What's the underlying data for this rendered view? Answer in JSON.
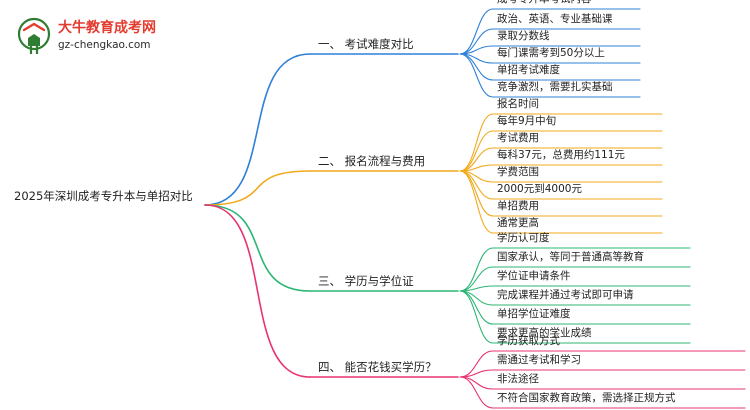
{
  "logo": {
    "title": "大牛教育成考网",
    "site": "gz-chengkao.com",
    "mark_color": "#2e7d32",
    "accent_color": "#e43b2f"
  },
  "diagram": {
    "root": "2025年深圳成考专升本与单招对比",
    "branches": [
      {
        "label": "一、 考试难度对比",
        "color": "#2f80d8",
        "leaves": [
          "成考专升本考试内容",
          "政治、英语、专业基础课",
          "录取分数线",
          "每门课需考到50分以上",
          "单招考试难度",
          "竞争激烈，需要扎实基础"
        ]
      },
      {
        "label": "二、 报名流程与费用",
        "color": "#f2a91a",
        "leaves": [
          "报名时间",
          "每年9月中旬",
          "考试费用",
          "每科37元，总费用约111元",
          "学费范围",
          "2000元到4000元",
          "单招费用",
          "通常更高"
        ]
      },
      {
        "label": "三、 学历与学位证",
        "color": "#2bb673",
        "leaves": [
          "学历认可度",
          "国家承认，等同于普通高等教育",
          "学位证申请条件",
          "完成课程并通过考试即可申请",
          "单招学位证难度",
          "要求更高的学业成绩"
        ]
      },
      {
        "label": "四、 能否花钱买学历？",
        "color": "#e8336d",
        "leaves": [
          "学历获取方式",
          "需通过考试和学习",
          "非法途径",
          "不符合国家教育政策，需选择正规方式"
        ]
      }
    ]
  }
}
